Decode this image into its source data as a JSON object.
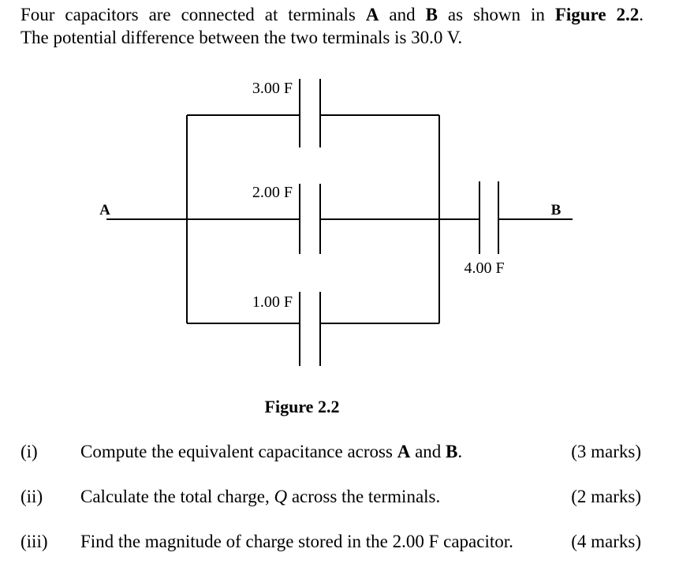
{
  "intro": {
    "line1": {
      "part1": "Four capacitors are connected at terminals ",
      "term_a": "A",
      "part2": " and ",
      "term_b": "B",
      "part3": " as shown in ",
      "figure_ref": "Figure 2.2",
      "part4": "."
    },
    "line2": "The potential difference between the two terminals is 30.0 V."
  },
  "figure": {
    "capacitors": {
      "top": "3.00 F",
      "middle": "2.00 F",
      "bottom": "1.00 F",
      "series": "4.00 F"
    },
    "terminal_a": "A",
    "terminal_b": "B",
    "caption": "Figure 2.2"
  },
  "questions": [
    {
      "num": "(i)",
      "text_before": "Compute the equivalent capacitance across ",
      "bold1": "A",
      "text_mid": " and ",
      "bold2": "B",
      "text_after": ".",
      "marks": "(3 marks)"
    },
    {
      "num": "(ii)",
      "text_before": "Calculate the total charge, ",
      "italic": "Q",
      "text_after": " across the terminals.",
      "marks": "(2 marks)"
    },
    {
      "num": "(iii)",
      "text": "Find the magnitude of charge stored in the 2.00 F capacitor.",
      "marks": "(4 marks)"
    }
  ]
}
